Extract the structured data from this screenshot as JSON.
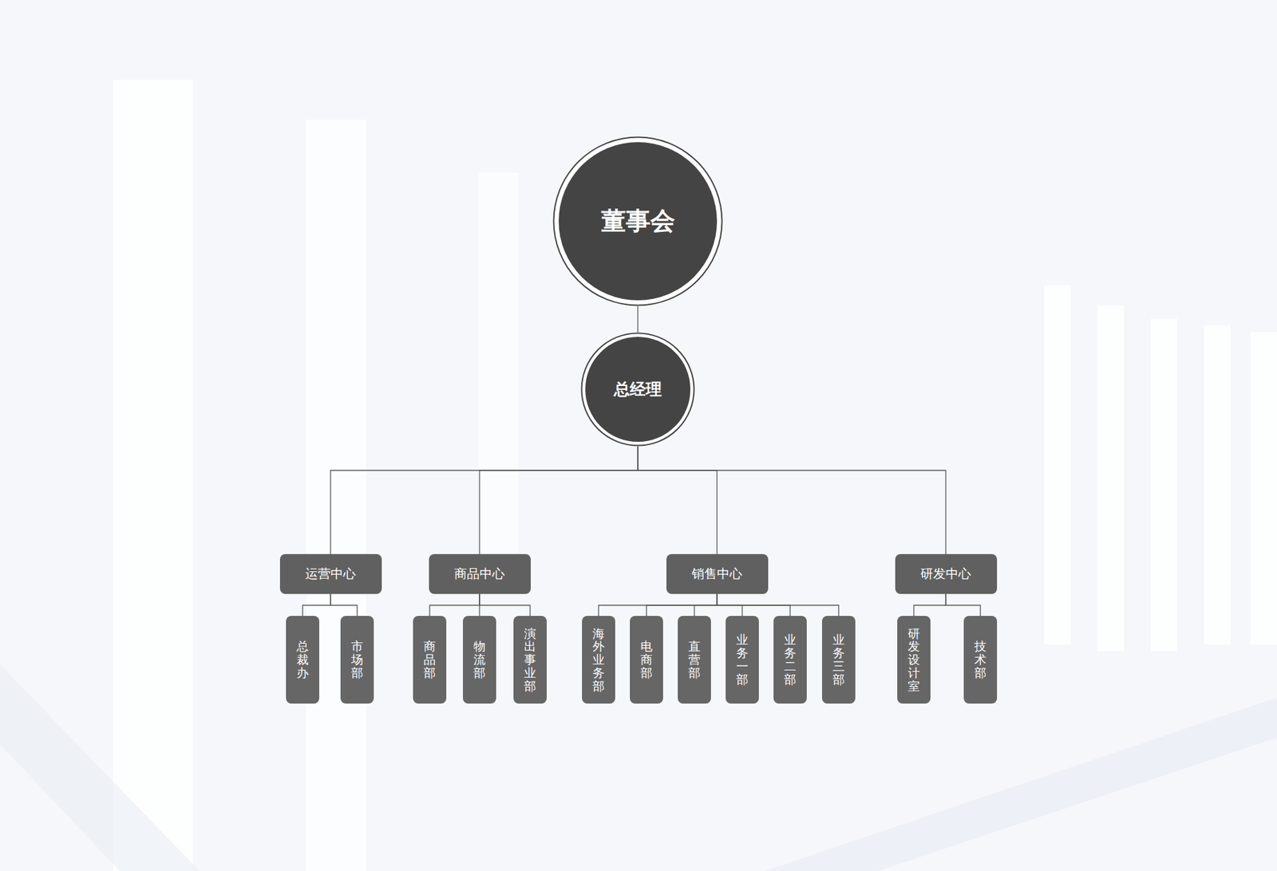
{
  "diagram": {
    "nodes": [
      {
        "text": [
          "董事会"
        ]
      },
      {
        "text": [
          "总经理"
        ]
      },
      {
        "text": [
          "运营中心"
        ]
      },
      {
        "text": [
          "总裁办"
        ]
      },
      {
        "text": [
          "市场部"
        ]
      },
      {
        "text": [
          "商品中心"
        ]
      },
      {
        "text": [
          "商品部"
        ]
      },
      {
        "text": [
          "物流部"
        ]
      },
      {
        "text": [
          "演出事业部"
        ]
      },
      {
        "text": [
          "销售中心"
        ]
      },
      {
        "text": [
          "海外业务部"
        ]
      },
      {
        "text": [
          "电商部"
        ]
      },
      {
        "text": [
          "直营部"
        ]
      },
      {
        "text": [
          "业务一部"
        ]
      },
      {
        "text": [
          "业务二部"
        ]
      },
      {
        "text": [
          "业务三部"
        ]
      },
      {
        "text": [
          "研发中心"
        ]
      },
      {
        "text": [
          "研发设计室"
        ]
      },
      {
        "text": [
          "技术部"
        ]
      }
    ],
    "edges": [
      {
        "from": 0,
        "to": 1,
        "arrow": "none"
      },
      {
        "from": 1,
        "to": 2,
        "arrow": "none"
      },
      {
        "from": 1,
        "to": 5,
        "arrow": "none"
      },
      {
        "from": 1,
        "to": 9,
        "arrow": "none"
      },
      {
        "from": 1,
        "to": 16,
        "arrow": "none"
      },
      {
        "from": 2,
        "to": 3,
        "arrow": "none"
      },
      {
        "from": 2,
        "to": 4,
        "arrow": "none"
      },
      {
        "from": 5,
        "to": 6,
        "arrow": "none"
      },
      {
        "from": 5,
        "to": 7,
        "arrow": "none"
      },
      {
        "from": 5,
        "to": 8,
        "arrow": "none"
      },
      {
        "from": 9,
        "to": 10,
        "arrow": "none"
      },
      {
        "from": 9,
        "to": 11,
        "arrow": "none"
      },
      {
        "from": 9,
        "to": 12,
        "arrow": "none"
      },
      {
        "from": 9,
        "to": 13,
        "arrow": "none"
      },
      {
        "from": 9,
        "to": 14,
        "arrow": "none"
      },
      {
        "from": 9,
        "to": 15,
        "arrow": "none"
      },
      {
        "from": 16,
        "to": 17,
        "arrow": "none"
      },
      {
        "from": 16,
        "to": 18,
        "arrow": "none"
      }
    ]
  }
}
